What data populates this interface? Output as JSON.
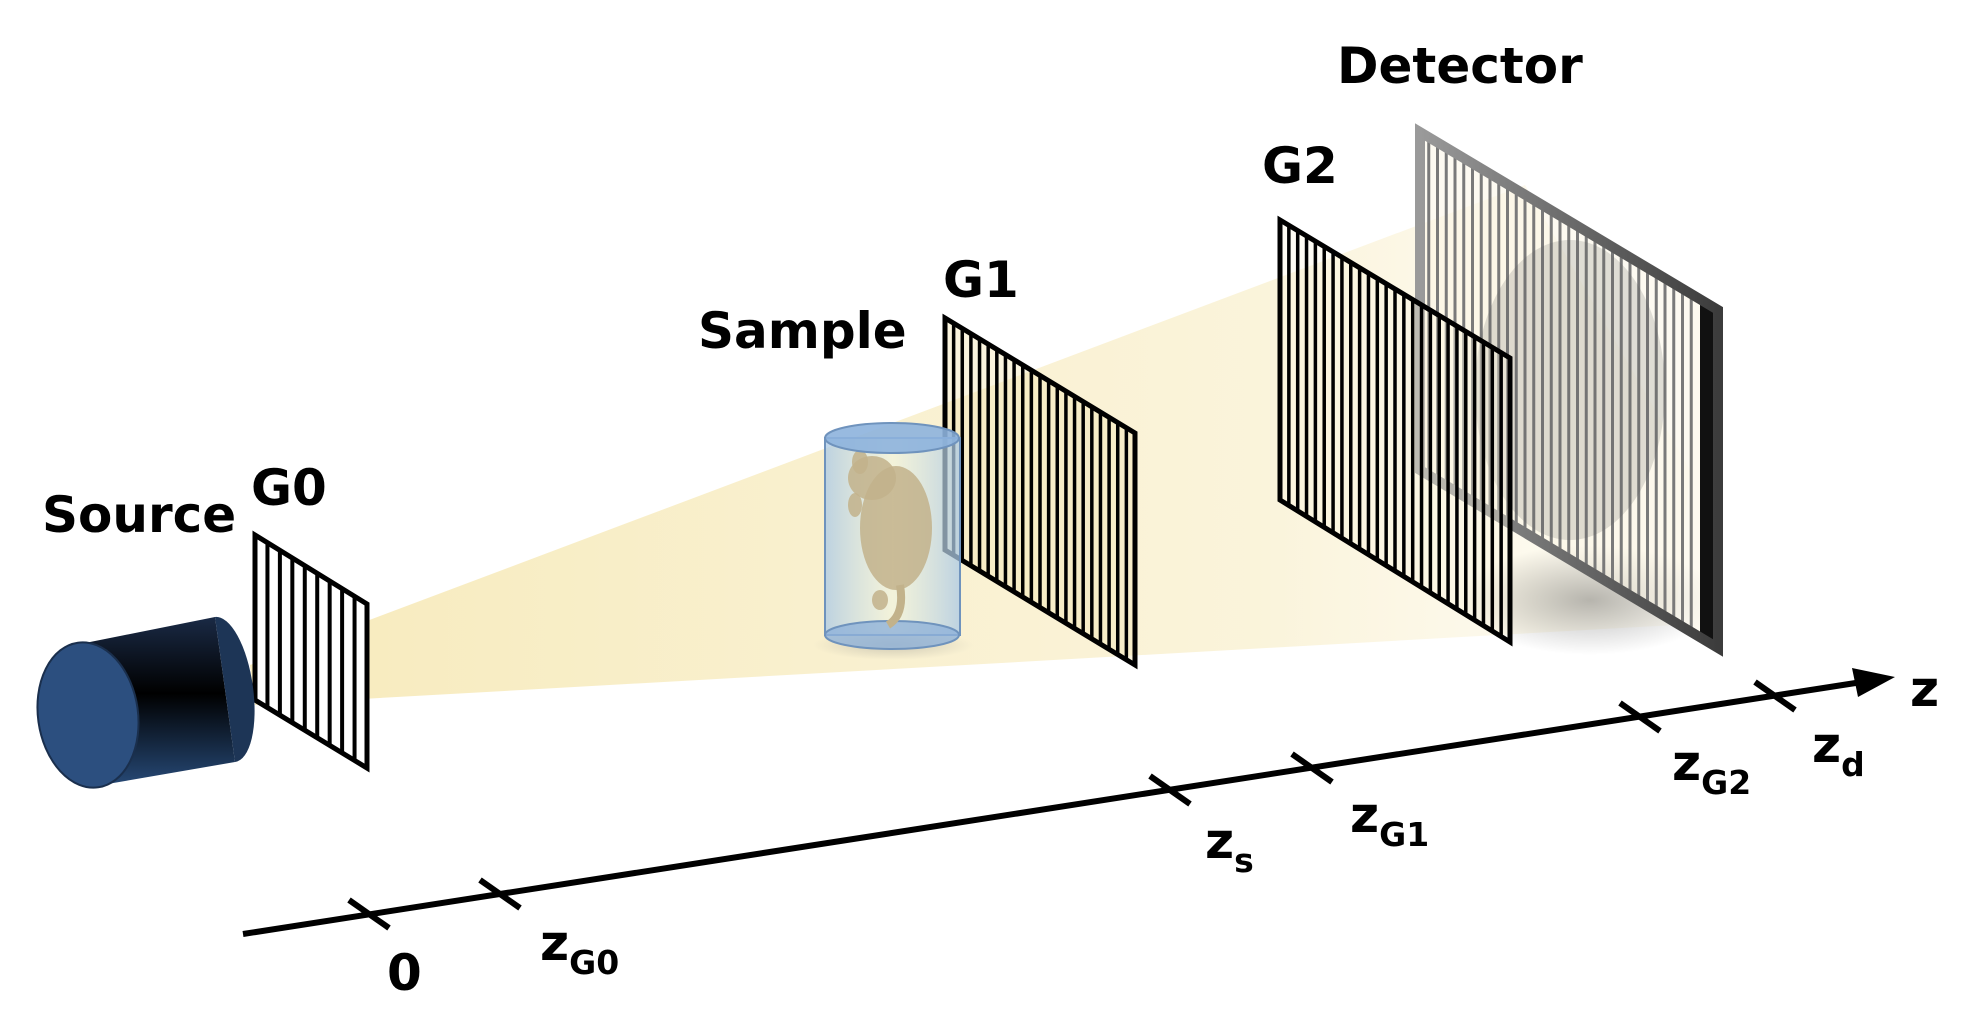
{
  "labels": {
    "source": "Source",
    "g0": "G0",
    "sample": "Sample",
    "g1": "G1",
    "g2": "G2",
    "detector": "Detector",
    "axis": "z"
  },
  "ticks": [
    {
      "key": "origin",
      "main": "0",
      "sub": ""
    },
    {
      "key": "g0",
      "main": "z",
      "sub": "G0"
    },
    {
      "key": "s",
      "main": "z",
      "sub": "s"
    },
    {
      "key": "g1",
      "main": "z",
      "sub": "G1"
    },
    {
      "key": "g2",
      "main": "z",
      "sub": "G2"
    },
    {
      "key": "d",
      "main": "z",
      "sub": "d"
    }
  ],
  "colors": {
    "source_body": "#2c4f7f",
    "beam": "#f6e7b0",
    "grating_bar": "#000000",
    "sample_container": "#b9d4ec",
    "sample_animal": "#c7b895",
    "detector_bar": "#7a7a7a"
  }
}
